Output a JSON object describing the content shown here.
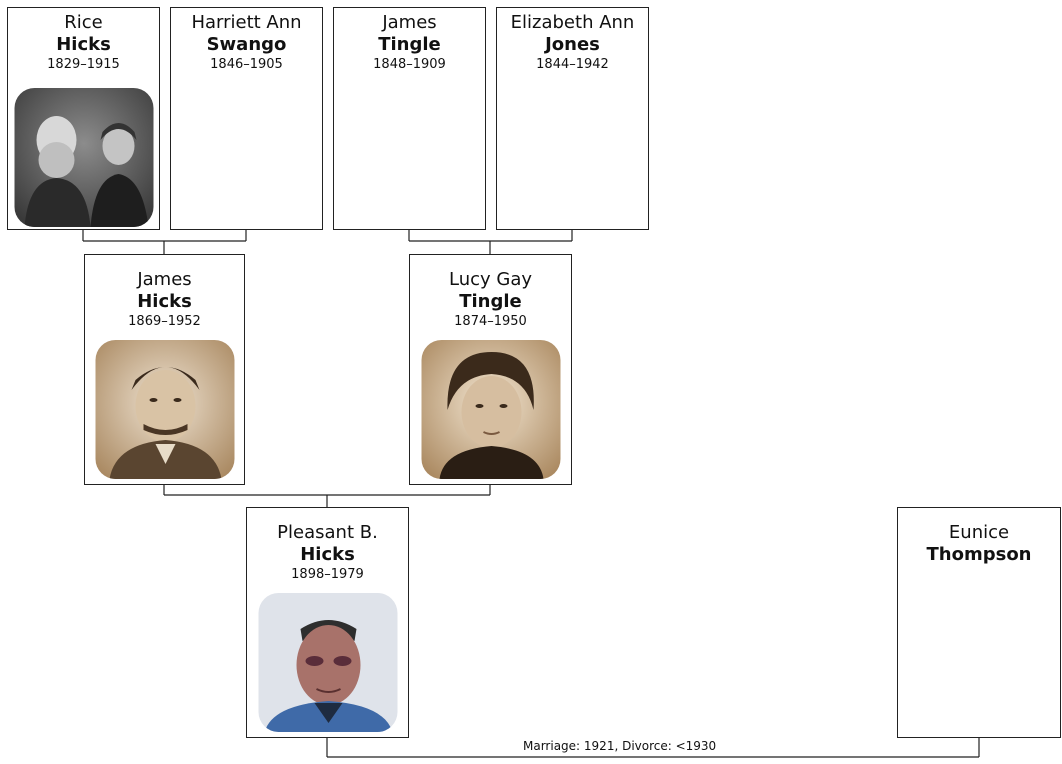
{
  "people": {
    "rice_hicks": {
      "given": "Rice",
      "surname": "Hicks",
      "years": "1829–1915",
      "photo": "couple-portrait"
    },
    "harriett_swango": {
      "given": "Harriett Ann",
      "surname": "Swango",
      "years": "1846–1905"
    },
    "james_tingle": {
      "given": "James",
      "surname": "Tingle",
      "years": "1848–1909"
    },
    "elizabeth_jones": {
      "given": "Elizabeth Ann",
      "surname": "Jones",
      "years": "1844–1942"
    },
    "james_hicks": {
      "given": "James",
      "surname": "Hicks",
      "years": "1869–1952",
      "photo": "man-portrait"
    },
    "lucy_tingle": {
      "given": "Lucy Gay",
      "surname": "Tingle",
      "years": "1874–1950",
      "photo": "woman-portrait"
    },
    "pleasant_hicks": {
      "given": "Pleasant B.",
      "surname": "Hicks",
      "years": "1898–1979",
      "photo": "elderly-man-portrait"
    },
    "eunice_thompson": {
      "given": "Eunice",
      "surname": "Thompson"
    }
  },
  "marriage": {
    "label": "Marriage: 1921, Divorce: <1930"
  },
  "colors": {
    "line": "#222222",
    "sepia": "#b89a78",
    "photo_bg": "#6a6a6a"
  }
}
